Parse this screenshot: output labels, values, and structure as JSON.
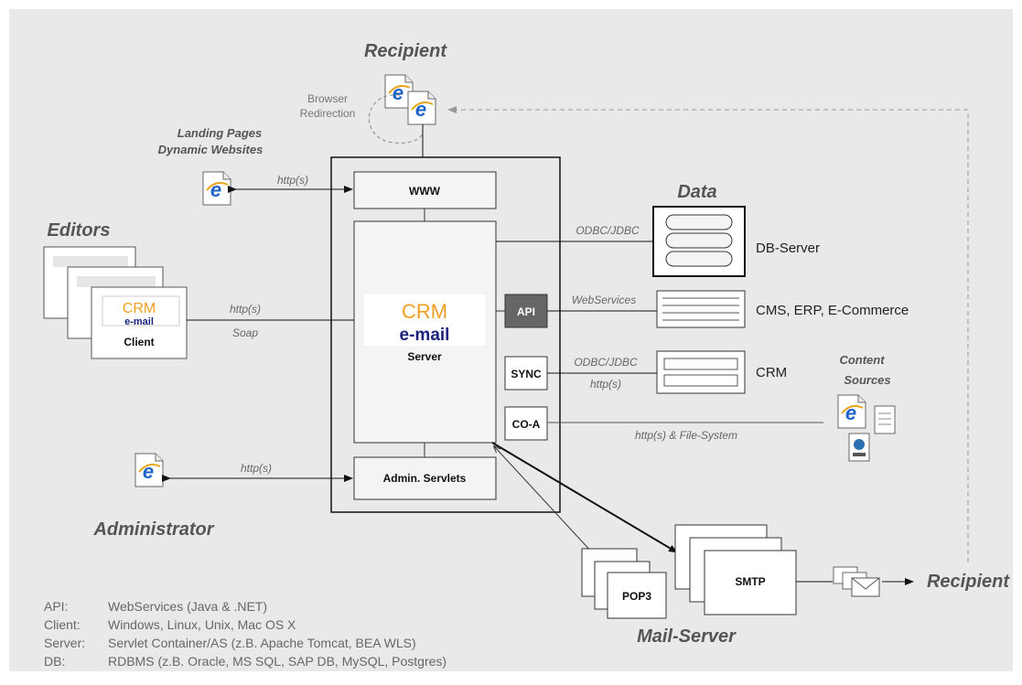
{
  "colors": {
    "background": "#e9e9e9",
    "brand_orange": "#f0a020",
    "brand_navy": "#1a237e"
  },
  "recipient_top": "Recipient",
  "browser_redirection": [
    "Browser",
    "Redirection"
  ],
  "landing_pages": [
    "Landing Pages",
    "Dynamic Websites"
  ],
  "editors": "Editors",
  "client": {
    "brand_top": "CRM",
    "brand_bottom": "e-mail",
    "label": "Client"
  },
  "server": {
    "brand_top": "CRM",
    "brand_bottom": "e-mail",
    "label": "Server"
  },
  "www": "WWW",
  "api": "API",
  "sync": "SYNC",
  "coa": "CO-A",
  "admin_servlets": "Admin. Servlets",
  "administrator": "Administrator",
  "data_title": "Data",
  "db_server": "DB-Server",
  "cms": "CMS, ERP, E-Commerce",
  "crm": "CRM",
  "content_sources": [
    "Content",
    "Sources"
  ],
  "mail_server": "Mail-Server",
  "smtp": "SMTP",
  "pop3": "POP3",
  "recipient_right": "Recipient",
  "conn": {
    "http_landing": "http(s)",
    "http_client": "http(s)",
    "soap": "Soap",
    "http_admin": "http(s)",
    "odbc_db": "ODBC/JDBC",
    "webservices": "WebServices",
    "odbc_crm": "ODBC/JDBC",
    "http_crm": "http(s)",
    "http_fs": "http(s) & File-System"
  },
  "legend": [
    {
      "key": "API:",
      "value": "WebServices (Java & .NET)"
    },
    {
      "key": "Client:",
      "value": "Windows, Linux, Unix, Mac OS X"
    },
    {
      "key": "Server:",
      "value": "Servlet Container/AS (z.B. Apache Tomcat, BEA WLS)"
    },
    {
      "key": "DB:",
      "value": "RDBMS (z.B. Oracle, MS SQL, SAP DB, MySQL, Postgres)"
    }
  ]
}
